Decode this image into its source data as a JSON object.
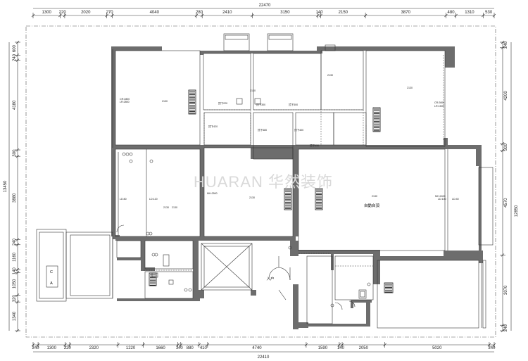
{
  "top_dims": {
    "total": "22470",
    "segments": [
      "1300",
      "220",
      "2020",
      "270",
      "4040",
      "280",
      "2410",
      "3150",
      "140",
      "2150",
      "3870",
      "480",
      "1310",
      "530"
    ]
  },
  "bottom_dims": {
    "total": "22410",
    "segments": [
      "240",
      "1300",
      "220",
      "2320",
      "1220",
      "1660",
      "140",
      "880",
      "410",
      "4740",
      "1590",
      "140",
      "2050",
      "5020",
      "240"
    ]
  },
  "left_dims": {
    "total": "13450",
    "segments": [
      "600",
      "240",
      "4180",
      "300",
      "3880",
      "240",
      "1160",
      "140",
      "1050",
      "320",
      "1340"
    ]
  },
  "right_dims": {
    "total": "12850",
    "segments": [
      "240",
      "4200",
      "300",
      "4570",
      "3070",
      "240"
    ]
  },
  "room_labels": {
    "living": "自動自頂",
    "entrance": "入户"
  },
  "watermark": "HUARAN 华然装饰",
  "elevator": {
    "c": "C",
    "a": "A"
  },
  "small_notes": [
    "2130",
    "2130",
    "2130",
    "2130",
    "2130",
    "2130",
    "2130",
    "2130",
    "顶下220",
    "顶下300",
    "顶下300",
    "顶下420",
    "顶下480",
    "顶下400",
    "顶下450",
    "LD:80",
    "LD:120",
    "LD:100",
    "LD:40",
    "MH:2500",
    "MH:2400",
    "CR:2800",
    "LR:2800",
    "CR:2600",
    "LR:1500"
  ]
}
